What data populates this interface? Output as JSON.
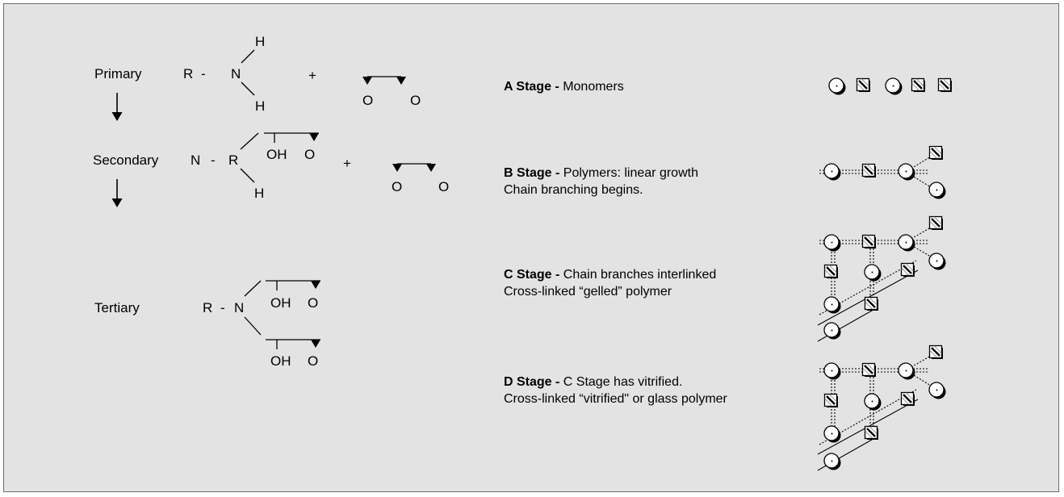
{
  "reactions": {
    "primary": {
      "label": "Primary",
      "r": "R",
      "dash": "-",
      "n": "N",
      "h_top": "H",
      "h_bottom": "H",
      "plus": "+",
      "o_left": "O",
      "o_right": "O"
    },
    "secondary": {
      "label": "Secondary",
      "n": "N",
      "dash": "-",
      "r": "R",
      "oh": "OH",
      "o": "O",
      "h_bottom": "H",
      "plus": "+",
      "o_left": "O",
      "o_right": "O"
    },
    "tertiary": {
      "label": "Tertiary",
      "r": "R",
      "dash": "-",
      "n": "N",
      "oh_top": "OH",
      "o_top": "O",
      "oh_bottom": "OH",
      "o_bottom": "O"
    }
  },
  "stages": [
    {
      "title": "A Stage -",
      "line1": " Monomers",
      "line2": ""
    },
    {
      "title": "B Stage -",
      "line1": " Polymers: linear growth",
      "line2": "Chain branching begins."
    },
    {
      "title": "C Stage -",
      "line1": " Chain branches interlinked",
      "line2": "Cross-linked “gelled” polymer"
    },
    {
      "title": "D Stage -",
      "line1": " C Stage has vitrified.",
      "line2": "Cross-linked “vitrified\" or glass polymer"
    }
  ],
  "colors": {
    "background": "#e3e3e3",
    "border": "#6f6f6f",
    "ink": "#000000"
  },
  "icons": [
    "down-arrow-icon",
    "epoxide-icon",
    "circle-monomer-icon",
    "square-monomer-icon"
  ]
}
